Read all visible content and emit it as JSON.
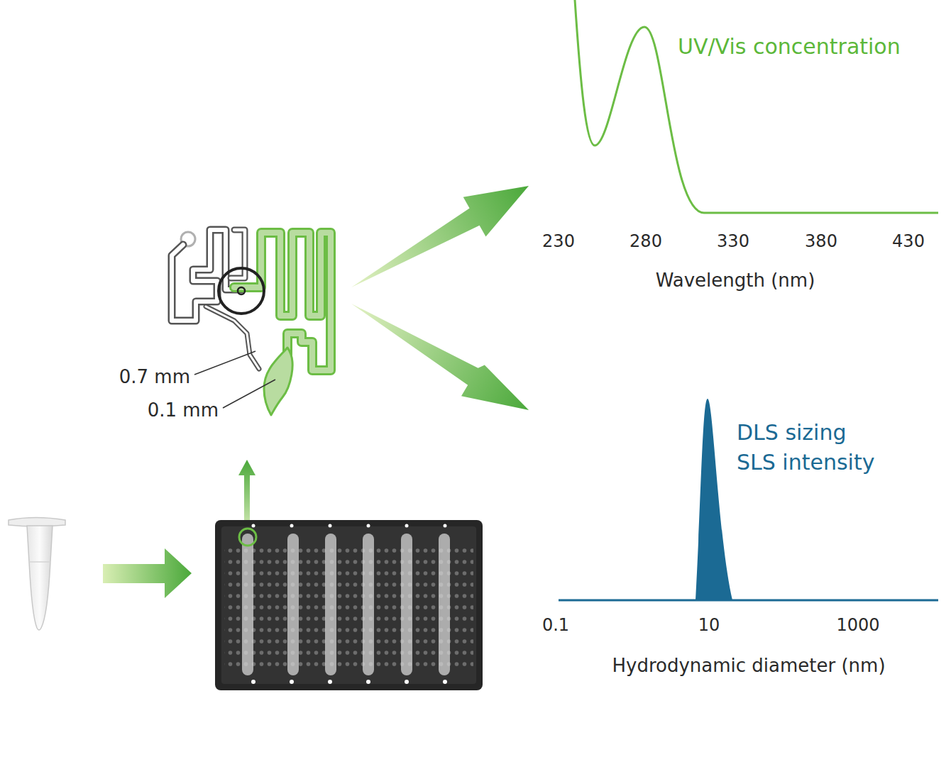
{
  "diagram": {
    "labels": [
      "UV/Vis concentration",
      "230",
      "280",
      "330",
      "380",
      "430",
      "Wavelength (nm)",
      "0.7 mm",
      "0.1 mm",
      "DLS sizing",
      "SLS intensity",
      "0.1",
      "10",
      "1000",
      "Hydrodynamic diameter (nm)"
    ]
  }
}
